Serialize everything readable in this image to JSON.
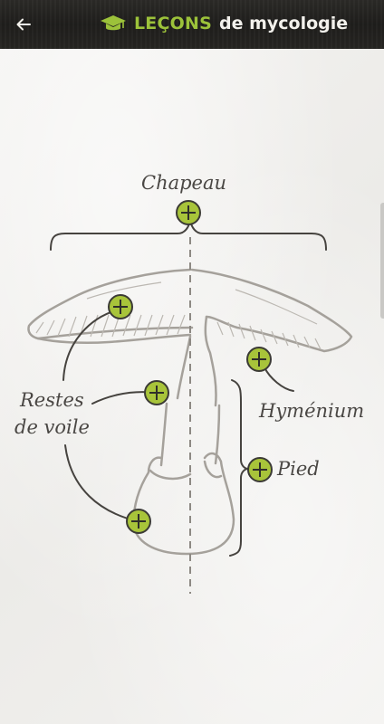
{
  "header": {
    "title_strong": "LEÇONS",
    "title_rest": "de mycologie",
    "back_icon": "arrow-left-icon",
    "hat_icon": "graduation-cap-icon",
    "accent_color": "#9cc23a"
  },
  "diagram": {
    "labels": {
      "chapeau": "Chapeau",
      "restes_line1": "Restes",
      "restes_line2": "de voile",
      "hymenium": "Hyménium",
      "pied": "Pied"
    },
    "hotspot_color": "#a8c43a",
    "hotspot_icon": "plus-icon"
  }
}
